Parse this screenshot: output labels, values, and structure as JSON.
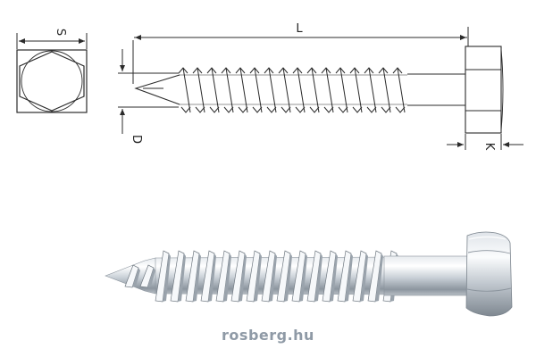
{
  "dimensions": {
    "head_width_label": "S",
    "length_label": "L",
    "diameter_label": "D",
    "head_height_label": "K"
  },
  "watermark": "rosberg.hu",
  "colors": {
    "line": "#2b2b2b",
    "metal_light": "#f1f4f7",
    "metal_mid": "#c5ccd3",
    "metal_dark": "#7d868f",
    "watermark": "#8f9aa6"
  }
}
